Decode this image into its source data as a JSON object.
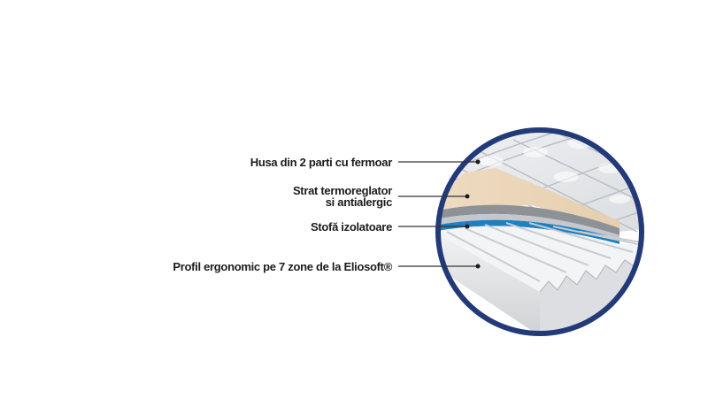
{
  "callouts": [
    {
      "label": "Husa din 2 parti cu fermoar"
    },
    {
      "label": "Strat termoreglator",
      "label2": "si antialergic"
    },
    {
      "label": "Stofă izolatoare"
    },
    {
      "label": "Profil ergonomic pe 7 zone de la Eliosoft®"
    }
  ],
  "colors": {
    "ring": "#233a78",
    "cover": "#e9ecef",
    "thermo_layer": "#efdcc3",
    "insulating_fabric": "#1f7fbf",
    "foam": "#e3e4e6",
    "leader_line": "#333333"
  }
}
